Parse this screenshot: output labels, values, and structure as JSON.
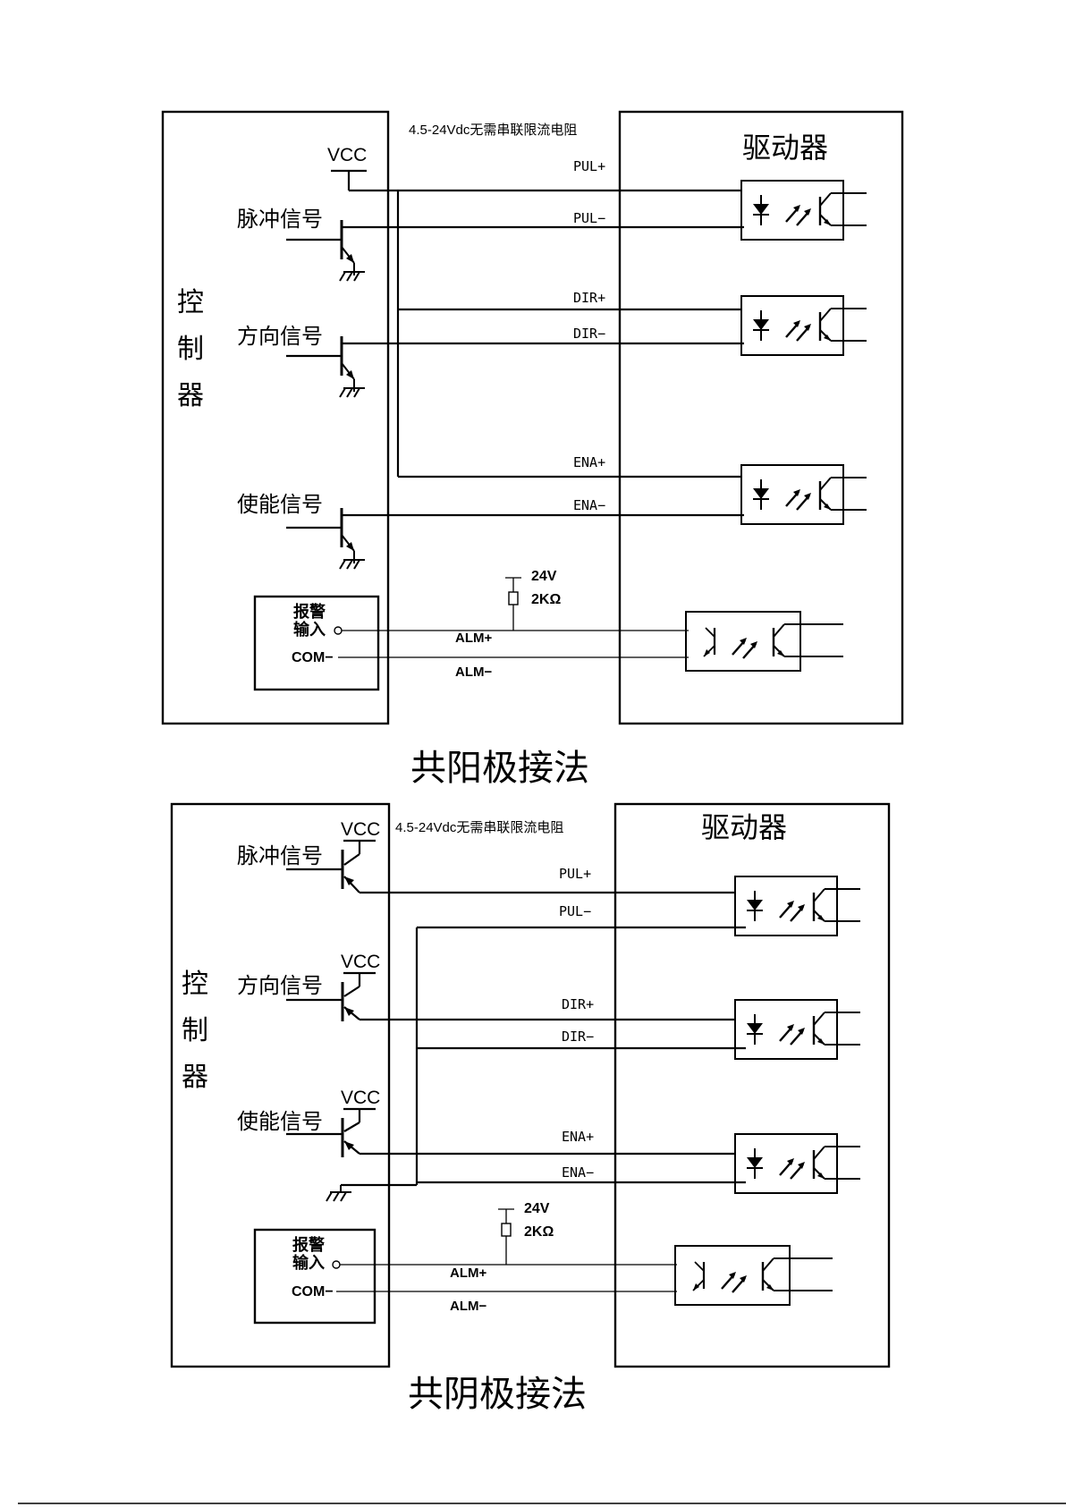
{
  "top": {
    "note": "4.5-24Vdc无需串联限流电阻",
    "vcc": "VCC",
    "controller": [
      "控",
      "制",
      "器"
    ],
    "driver": "驱动器",
    "sig_pul": "脉冲信号",
    "sig_dir": "方向信号",
    "sig_ena": "使能信号",
    "pul_p": "PUL+",
    "pul_m": "PUL−",
    "dir_p": "DIR+",
    "dir_m": "DIR−",
    "ena_p": "ENA+",
    "ena_m": "ENA−",
    "v24": "24V",
    "r2k": "2KΩ",
    "alarm_l1": "报警",
    "alarm_l2": "输入",
    "com": "COM−",
    "alm_p": "ALM+",
    "alm_m": "ALM−",
    "caption": "共阳极接法"
  },
  "bottom": {
    "note": "4.5-24Vdc无需串联限流电阻",
    "vcc1": "VCC",
    "vcc2": "VCC",
    "vcc3": "VCC",
    "controller": [
      "控",
      "制",
      "器"
    ],
    "driver": "驱动器",
    "sig_pul": "脉冲信号",
    "sig_dir": "方向信号",
    "sig_ena": "使能信号",
    "pul_p": "PUL+",
    "pul_m": "PUL−",
    "dir_p": "DIR+",
    "dir_m": "DIR−",
    "ena_p": "ENA+",
    "ena_m": "ENA−",
    "v24": "24V",
    "r2k": "2KΩ",
    "alarm_l1": "报警",
    "alarm_l2": "输入",
    "com": "COM−",
    "alm_p": "ALM+",
    "alm_m": "ALM−",
    "caption": "共阴极接法"
  }
}
